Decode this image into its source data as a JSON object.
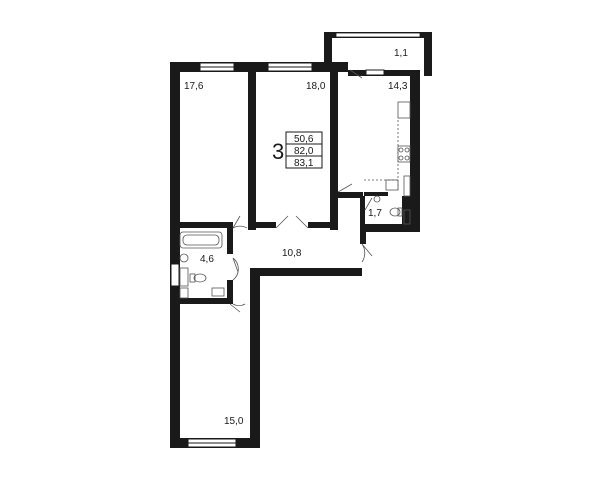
{
  "plan": {
    "rooms_count": "3",
    "areas": {
      "living": "50,6",
      "total": "82,0",
      "total_with_balcony": "83,1"
    },
    "rooms": {
      "bedroom_top_left": "17,6",
      "living_room": "18,0",
      "kitchen": "14,3",
      "balcony": "1,1",
      "hall": "10,8",
      "bathroom": "4,6",
      "toilet": "1,7",
      "bedroom_bottom": "15,0"
    },
    "colors": {
      "wall": "#1a1a1a",
      "window": "#ffffff",
      "fixture": "#555555"
    }
  }
}
